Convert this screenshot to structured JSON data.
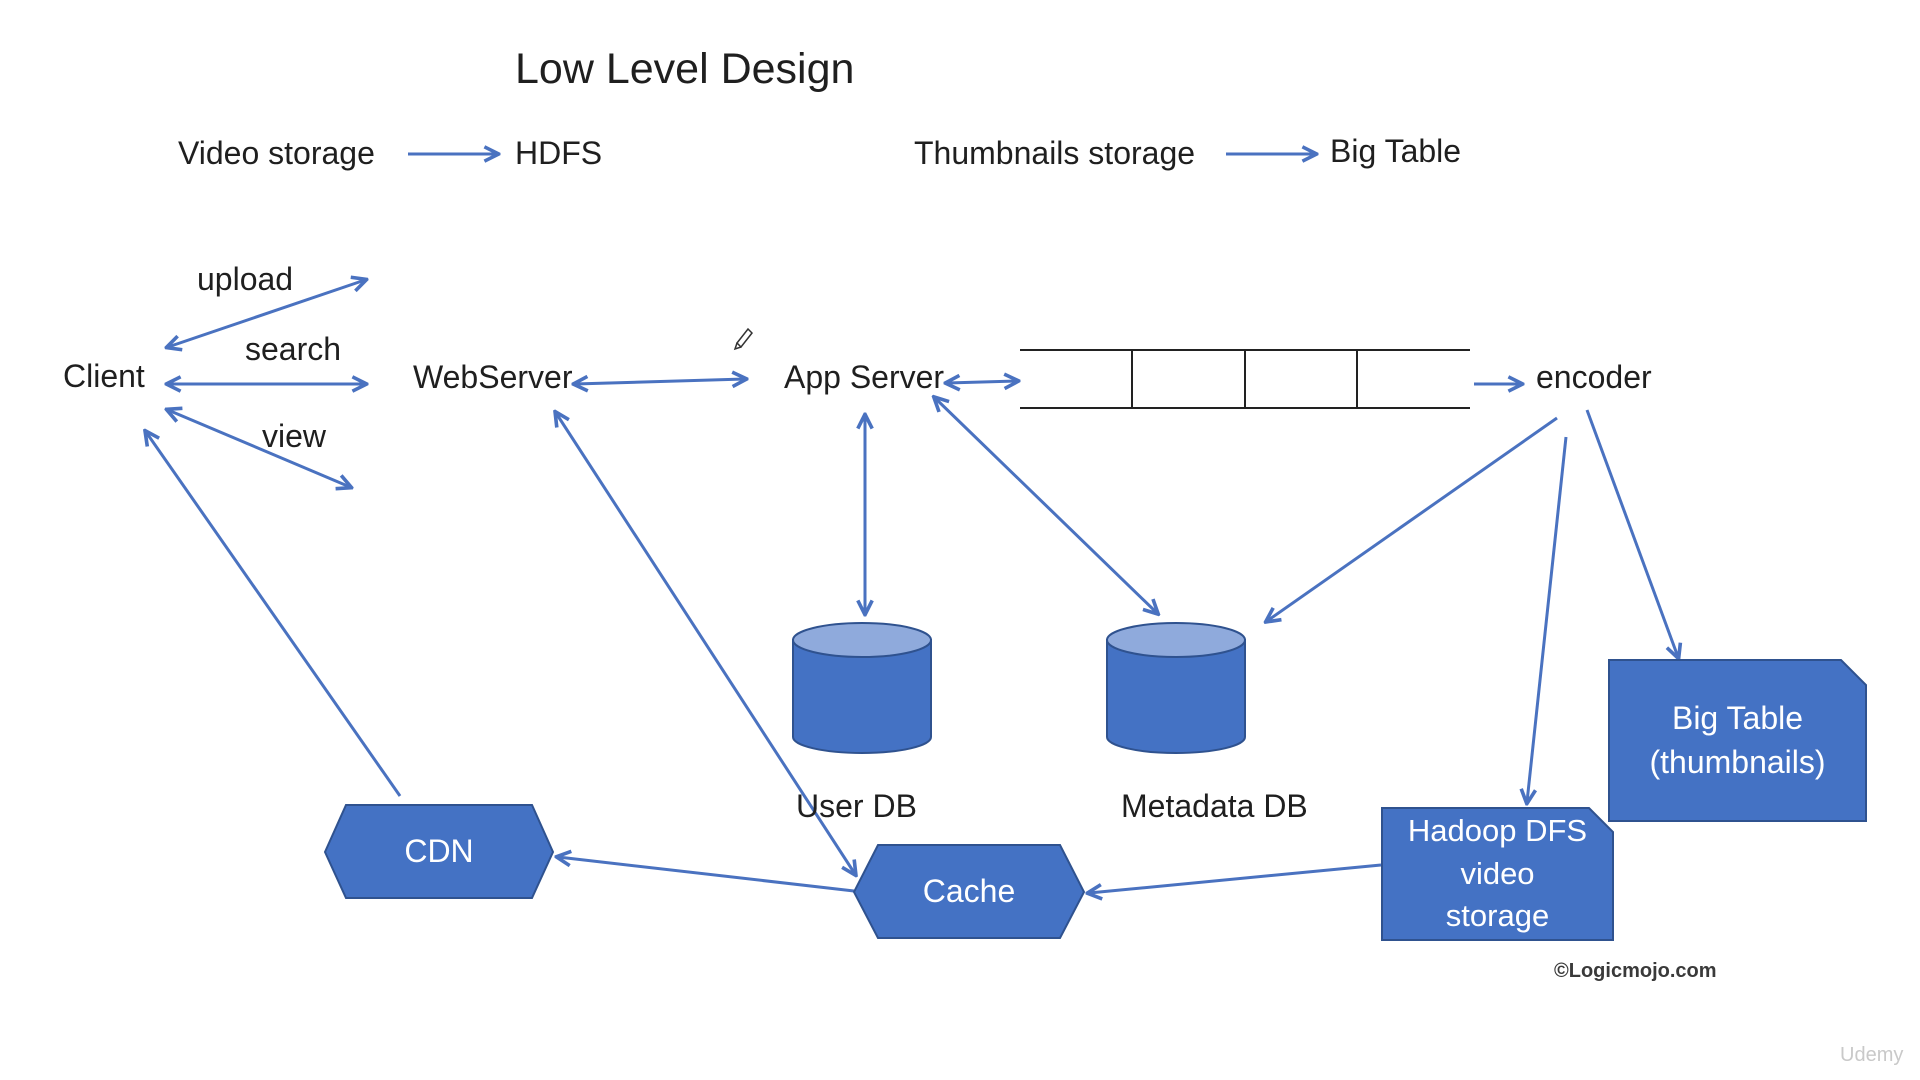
{
  "title": "Low Level Design",
  "legend": {
    "video_storage": "Video storage",
    "hdfs": "HDFS",
    "thumbnails_storage": "Thumbnails storage",
    "big_table": "Big Table"
  },
  "nodes": {
    "client": "Client",
    "webserver": "WebServer",
    "app_server": "App Server",
    "encoder": "encoder",
    "user_db": "User DB",
    "metadata_db": "Metadata DB",
    "big_table_thumbnails": "Big Table\n(thumbnails)",
    "hadoop_dfs": "Hadoop DFS\nvideo\nstorage",
    "cache": "Cache",
    "cdn": "CDN"
  },
  "actions": {
    "upload": "upload",
    "search": "search",
    "view": "view"
  },
  "footer": {
    "credit": "©Logicmojo.com",
    "watermark": "Udemy"
  },
  "colors": {
    "arrow": "#4a72c0",
    "shape_fill": "#4472c4",
    "shape_stroke": "#2f528f",
    "db_top": "#8faadc",
    "text": "#1f1f1f"
  }
}
